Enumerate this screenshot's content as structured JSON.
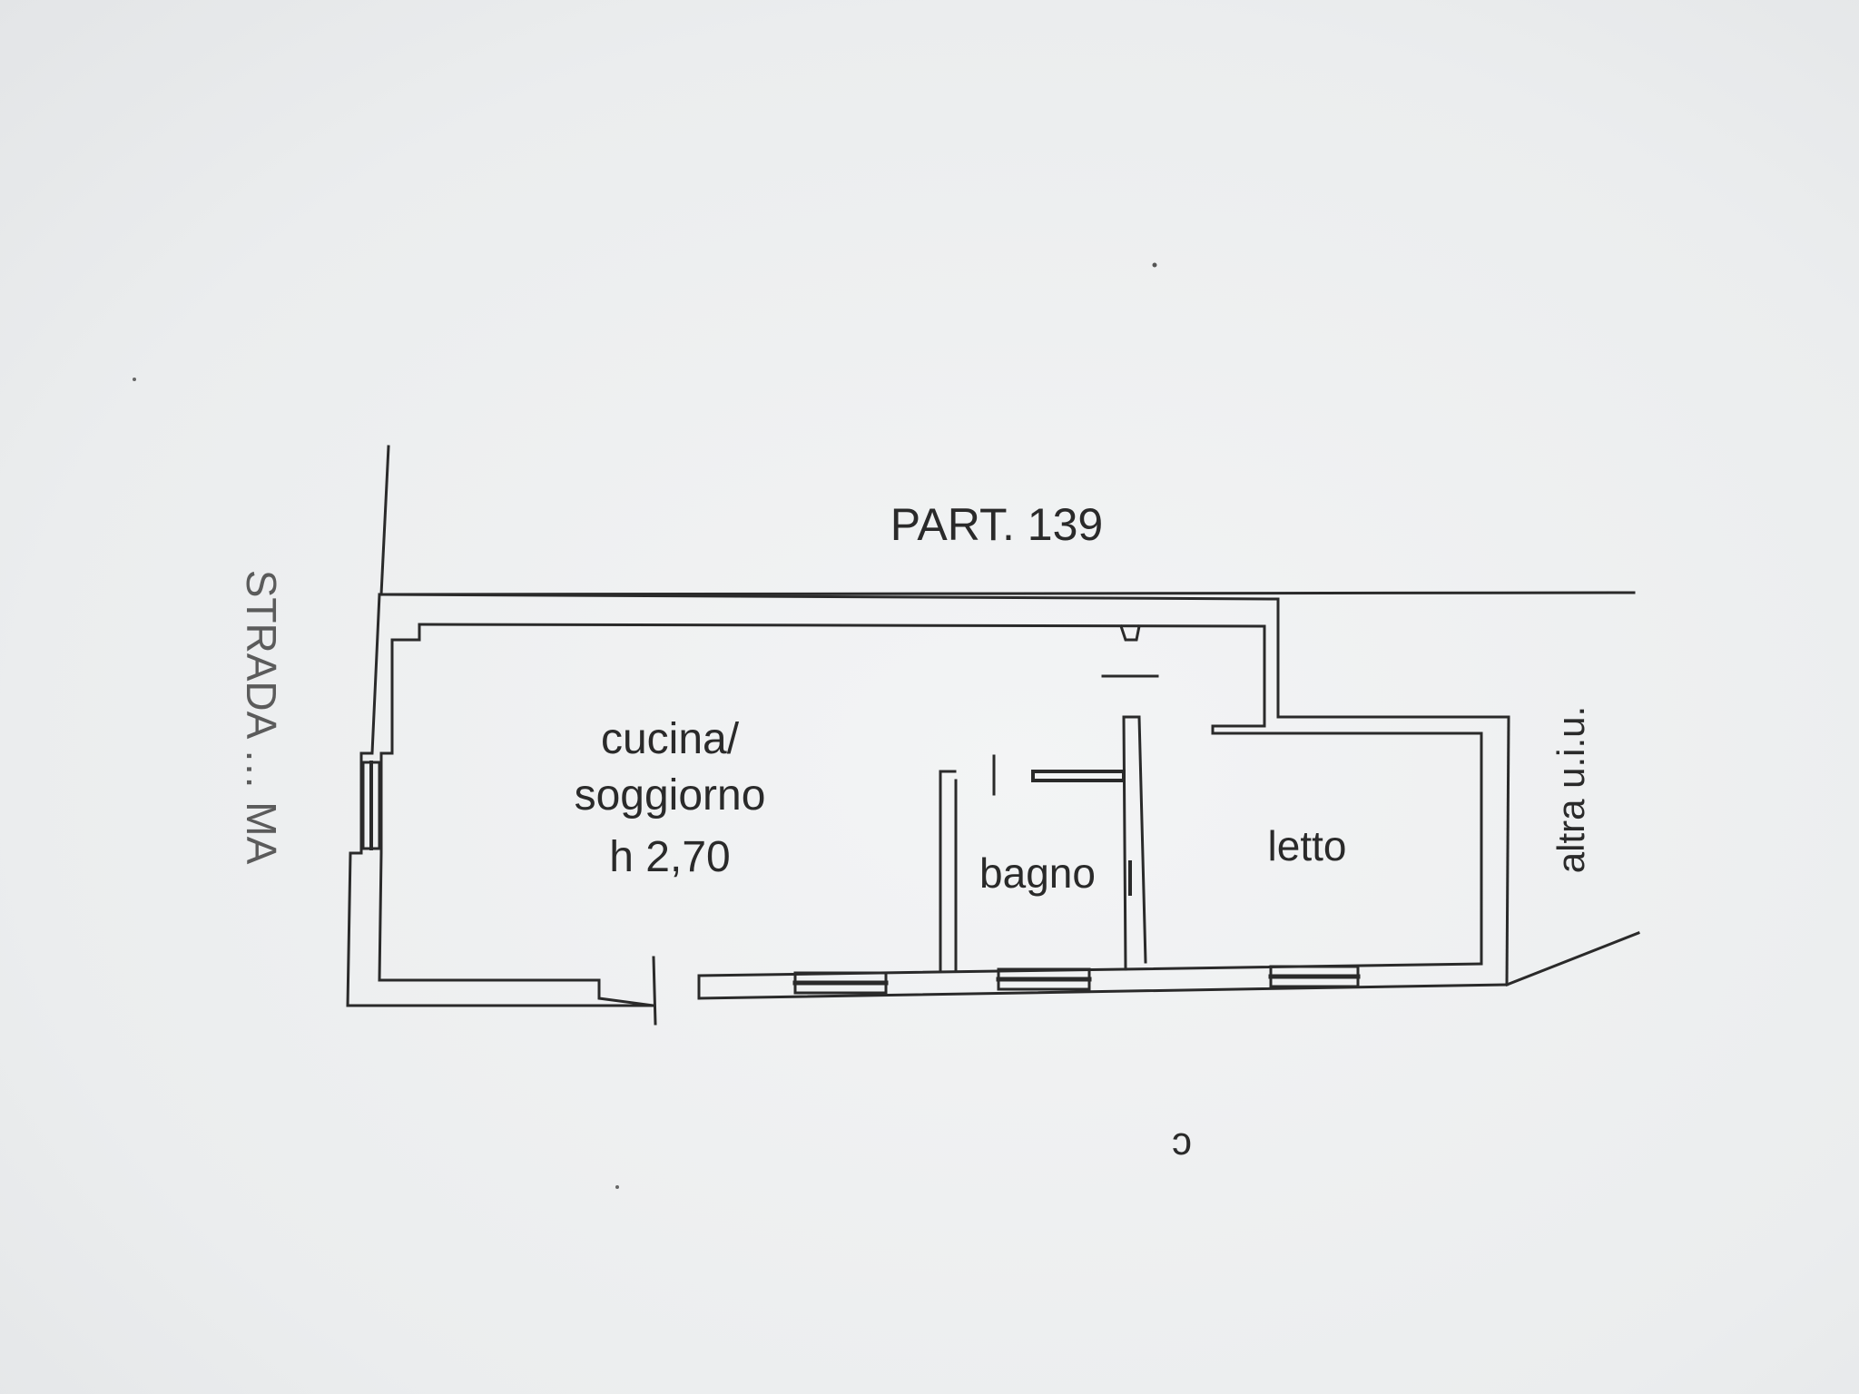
{
  "plan": {
    "parcel_label": "PART. 139",
    "street_label": "STRADA … MA",
    "neighbor_label": "altra u.i.u.",
    "rooms": {
      "kitchen_line1": "cucina/",
      "kitchen_line2": "soggiorno",
      "kitchen_height": "h 2,70",
      "bathroom": "bagno",
      "bedroom": "letto"
    },
    "stray_mark": "ɔ"
  },
  "colors": {
    "paper": "#eef0f1",
    "ink": "#2a2a2a"
  }
}
